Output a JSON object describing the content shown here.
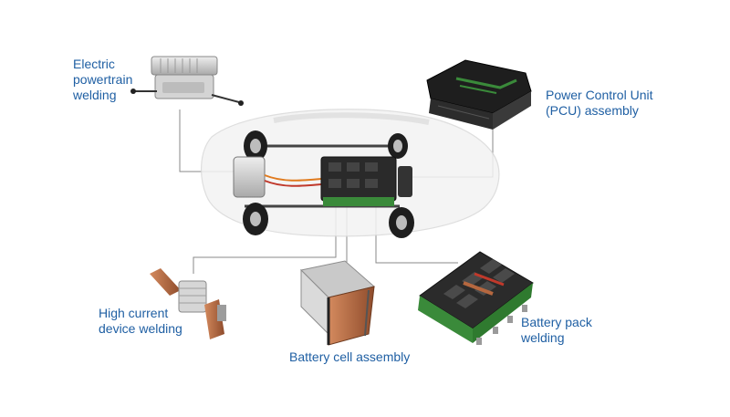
{
  "labels": {
    "powertrain": {
      "line1": "Electric",
      "line2": "powertrain",
      "line3": "welding"
    },
    "pcu": {
      "line1": "Power Control Unit",
      "line2": "(PCU) assembly"
    },
    "high_current": {
      "line1": "High current",
      "line2": "device welding"
    },
    "battery_cell": {
      "line1": "Battery cell assembly"
    },
    "battery_pack": {
      "line1": "Battery pack",
      "line2": "welding"
    }
  },
  "colors": {
    "label_text": "#1f5fa3",
    "leader_line": "#8a8a8a",
    "copper": "#b5673f",
    "battery_green": "#3a8a3a",
    "battery_dark": "#2b2b2b"
  },
  "icons": [
    "powertrain-module-icon",
    "pcu-module-icon",
    "ev-chassis-icon",
    "busbar-icon",
    "battery-cell-icon",
    "battery-pack-icon"
  ]
}
